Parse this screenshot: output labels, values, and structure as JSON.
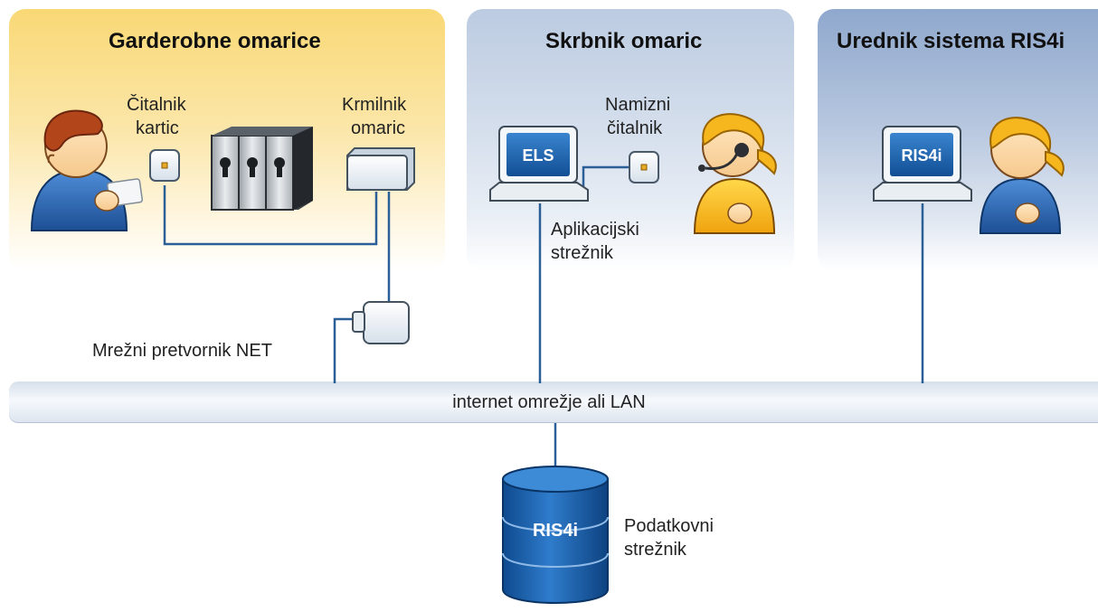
{
  "panels": {
    "left_title": "Garderobne omarice",
    "mid_title": "Skrbnik omaric",
    "right_title": "Urednik sistema RIS4i"
  },
  "labels": {
    "card_reader": [
      "Čitalnik",
      "kartic"
    ],
    "locker_controller": [
      "Krmilnik",
      "omaric"
    ],
    "desk_reader": [
      "Namizni",
      "čitalnik"
    ],
    "app_server": [
      "Aplikacijski",
      "strežnik"
    ],
    "net_converter": "Mrežni pretvornik NET",
    "network": "internet omrežje ali LAN",
    "db_server": [
      "Podatkovni",
      "strežnik"
    ]
  },
  "screens": {
    "els": "ELS",
    "ris_laptop": "RIS4i",
    "database": "RIS4i"
  },
  "colors": {
    "line": "#2a5f98",
    "screen": "#1a65b0",
    "head_red": "#b3451b",
    "head_blonde": "#f5b61e",
    "shirt_blue": "#2e6bb5"
  },
  "icons": {
    "user_left": "user-card-icon",
    "lockers": "locker-icon",
    "operator": "headset-user-icon",
    "editor": "user-icon",
    "database": "database-icon"
  }
}
